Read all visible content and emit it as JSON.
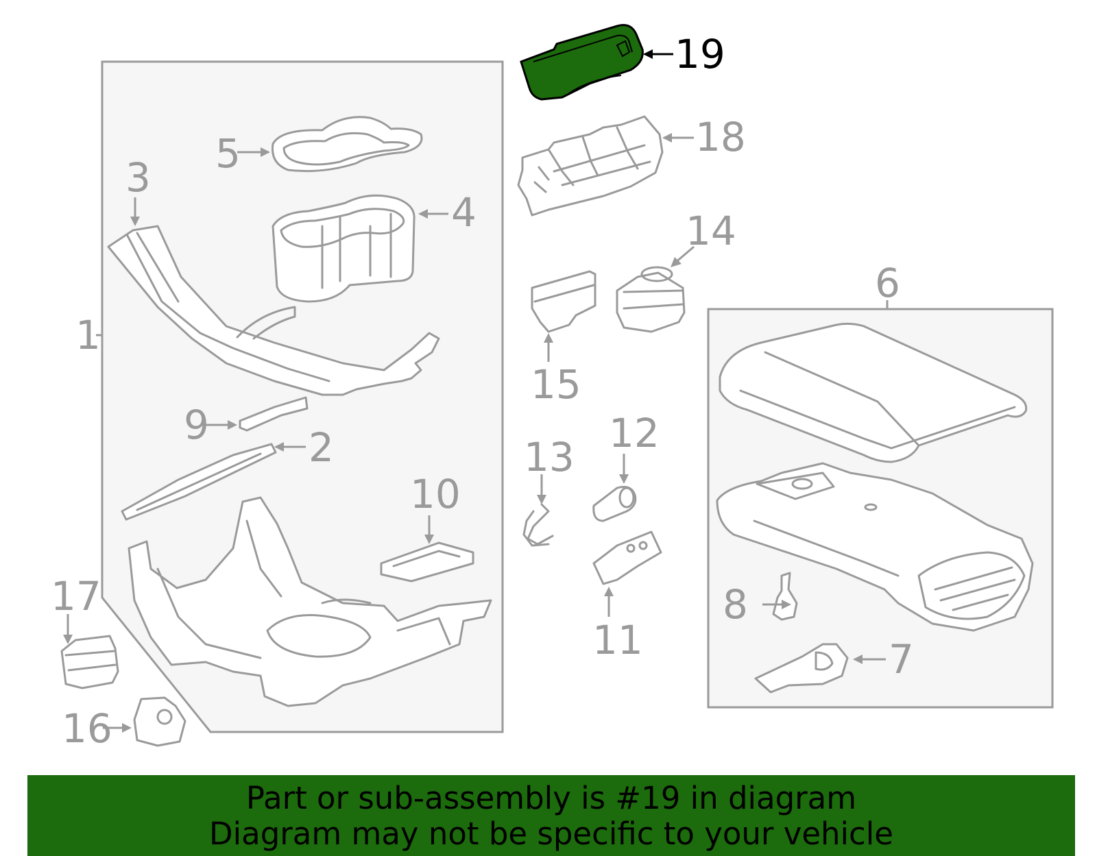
{
  "diagram": {
    "callouts": [
      "1",
      "2",
      "3",
      "4",
      "5",
      "6",
      "7",
      "8",
      "9",
      "10",
      "11",
      "12",
      "13",
      "14",
      "15",
      "16",
      "17",
      "18",
      "19"
    ],
    "highlighted_part": "19",
    "highlight_color": "#1c6b0c",
    "line_color": "#9a9a9a"
  },
  "banner": {
    "line1": "Part or sub-assembly is #19 in diagram",
    "line2": "Diagram may not be specific to your vehicle",
    "background": "#1c6b0c"
  }
}
